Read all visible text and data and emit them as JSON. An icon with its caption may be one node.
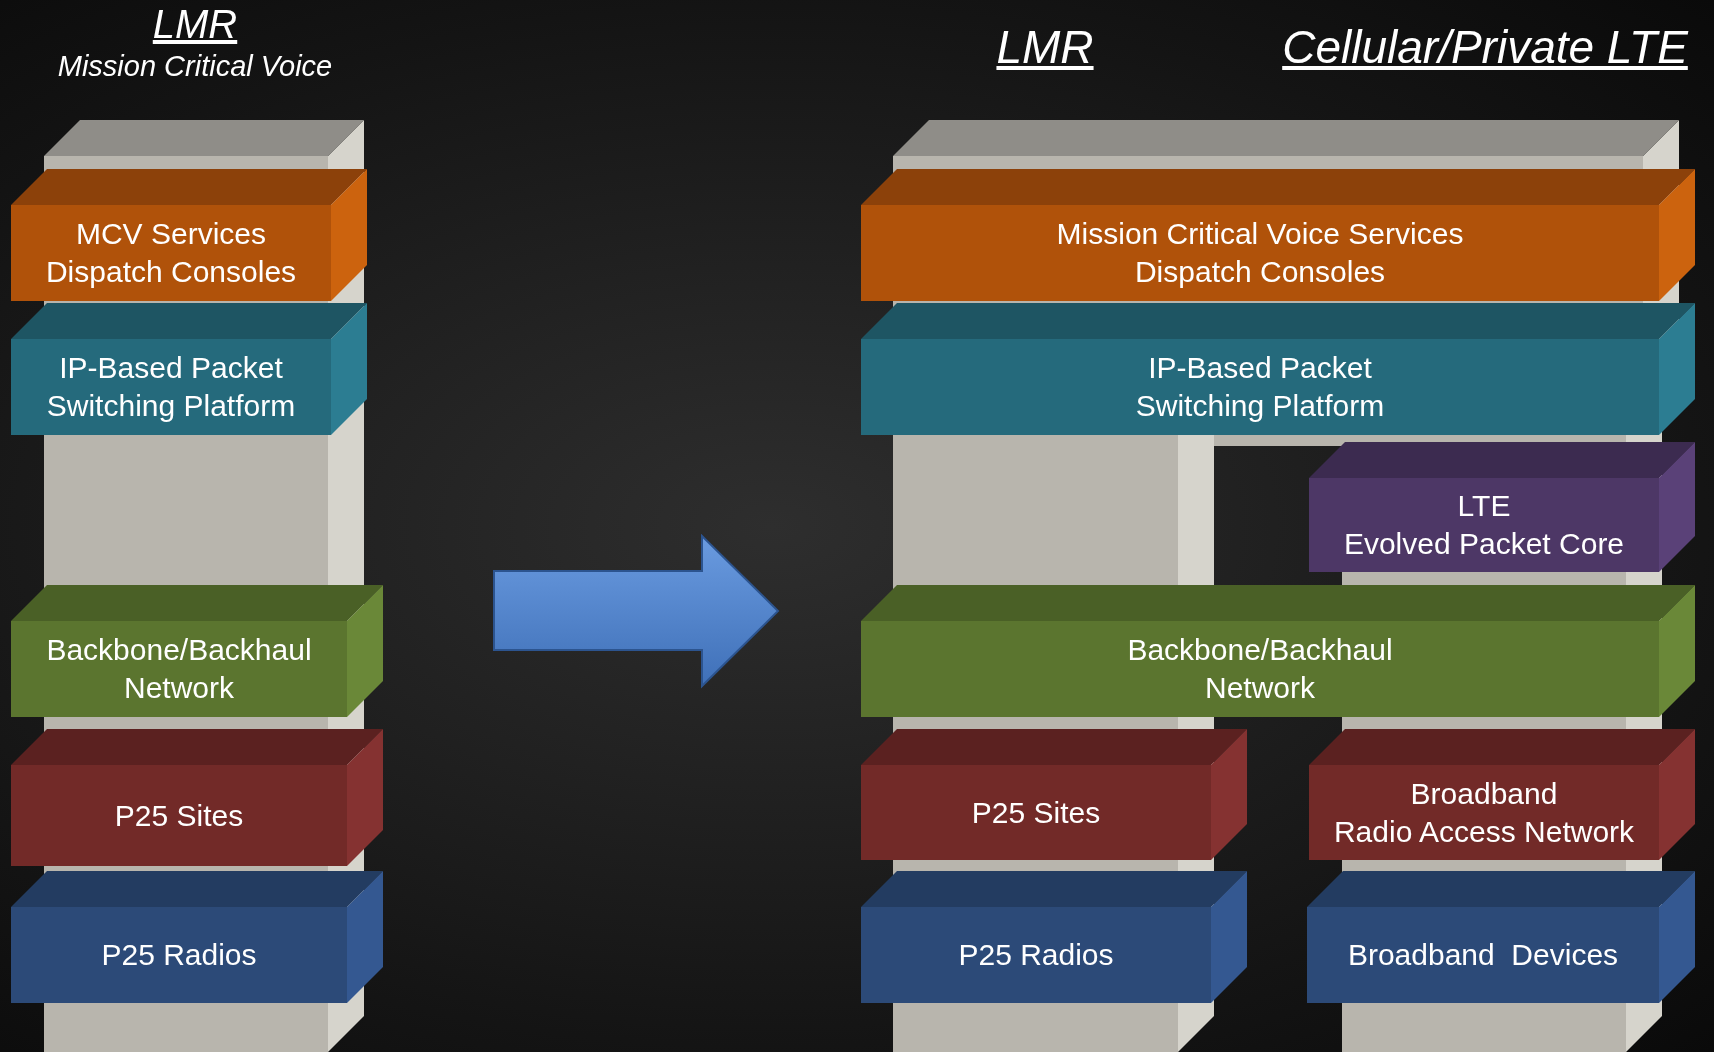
{
  "diagram": {
    "nodes": [
      {
        "text": [
          "MCV Services",
          "Dispatch Consoles"
        ]
      },
      {
        "text": [
          "IP-Based Packet Switching Platform"
        ]
      },
      {
        "text": [
          "Backbone/Backhaul Network"
        ]
      },
      {
        "text": [
          "P25 Sites"
        ]
      },
      {
        "text": [
          "P25 Radios"
        ]
      },
      {
        "text": [
          "Mission Critical Voice Services",
          "Dispatch Consoles"
        ]
      },
      {
        "text": [
          "IP-Based Packet Switching Platform"
        ]
      },
      {
        "text": [
          "LTE",
          "Evolved Packet Core"
        ]
      },
      {
        "text": [
          "Backbone/Backhaul Network"
        ]
      },
      {
        "text": [
          "P25 Sites"
        ]
      },
      {
        "text": [
          "Broadband",
          "Radio Access Network"
        ]
      },
      {
        "text": [
          "P25 Radios"
        ]
      },
      {
        "text": [
          "Broadband  Devices"
        ]
      }
    ],
    "edges": [],
    "labels": [
      "LMR",
      "Mission Critical Voice",
      "LMR",
      "Cellular/Private LTE"
    ]
  }
}
